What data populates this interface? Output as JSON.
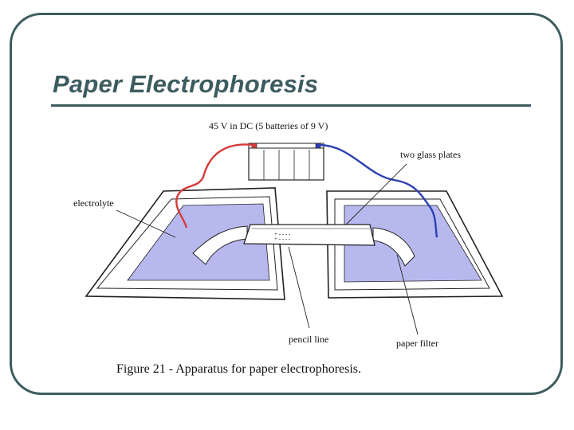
{
  "slide": {
    "title": "Paper Electrophoresis"
  },
  "diagram": {
    "labels": {
      "power": "45 V in DC (5 batteries of 9 V)",
      "glass": "two glass plates",
      "electrolyte": "electrolyte",
      "pencil": "pencil line",
      "filter": "paper filter"
    },
    "caption": "Figure 21 - Apparatus for paper electrophoresis.",
    "colors": {
      "frame": "#3d5c60",
      "electrolyte_fill": "#b7b9ee",
      "positive_wire": "#d63a3a",
      "negative_wire": "#2d3fb0"
    }
  }
}
